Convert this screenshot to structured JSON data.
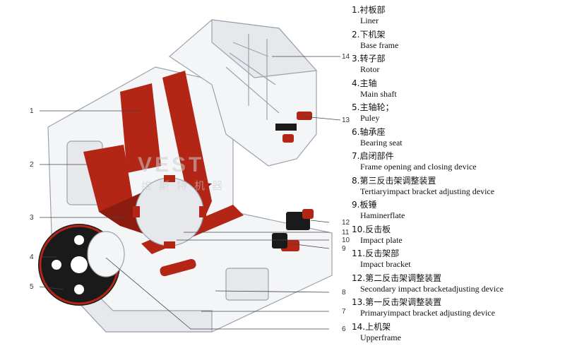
{
  "watermark": {
    "brand": "VEST",
    "brand_zh": "维斯特机器"
  },
  "callouts": [
    "1",
    "2",
    "3",
    "4",
    "5",
    "14",
    "13",
    "12",
    "11",
    "10",
    "9",
    "8",
    "7",
    "6"
  ],
  "legend": [
    {
      "zh": "1.衬板部",
      "en": "Liner"
    },
    {
      "zh": "2.下机架",
      "en": "Base frame"
    },
    {
      "zh": "3.转子部",
      "en": "Rotor"
    },
    {
      "zh": "4.主轴",
      "en": "Main shaft"
    },
    {
      "zh": "5.主轴轮；",
      "en": "Puley"
    },
    {
      "zh": "6.轴承座",
      "en": "Bearing seat"
    },
    {
      "zh": "7.启闭部件",
      "en": "Frame opening and closing device"
    },
    {
      "zh": "8.第三反击架调整装置",
      "en": "Tertiaryimpact bracket adjusting device"
    },
    {
      "zh": "9.板锤",
      "en": "Haminerflate"
    },
    {
      "zh": "10.反击板",
      "en": "Impact plate"
    },
    {
      "zh": "11.反击架部",
      "en": "Impact bracket"
    },
    {
      "zh": "12.第二反击架调整装置",
      "en": "Secondary impact bracketadjusting device"
    },
    {
      "zh": "13.第一反击架调整装置",
      "en": "Primaryimpact bracket adjusting device"
    },
    {
      "zh": "14.上机架",
      "en": "Upperframe"
    }
  ]
}
